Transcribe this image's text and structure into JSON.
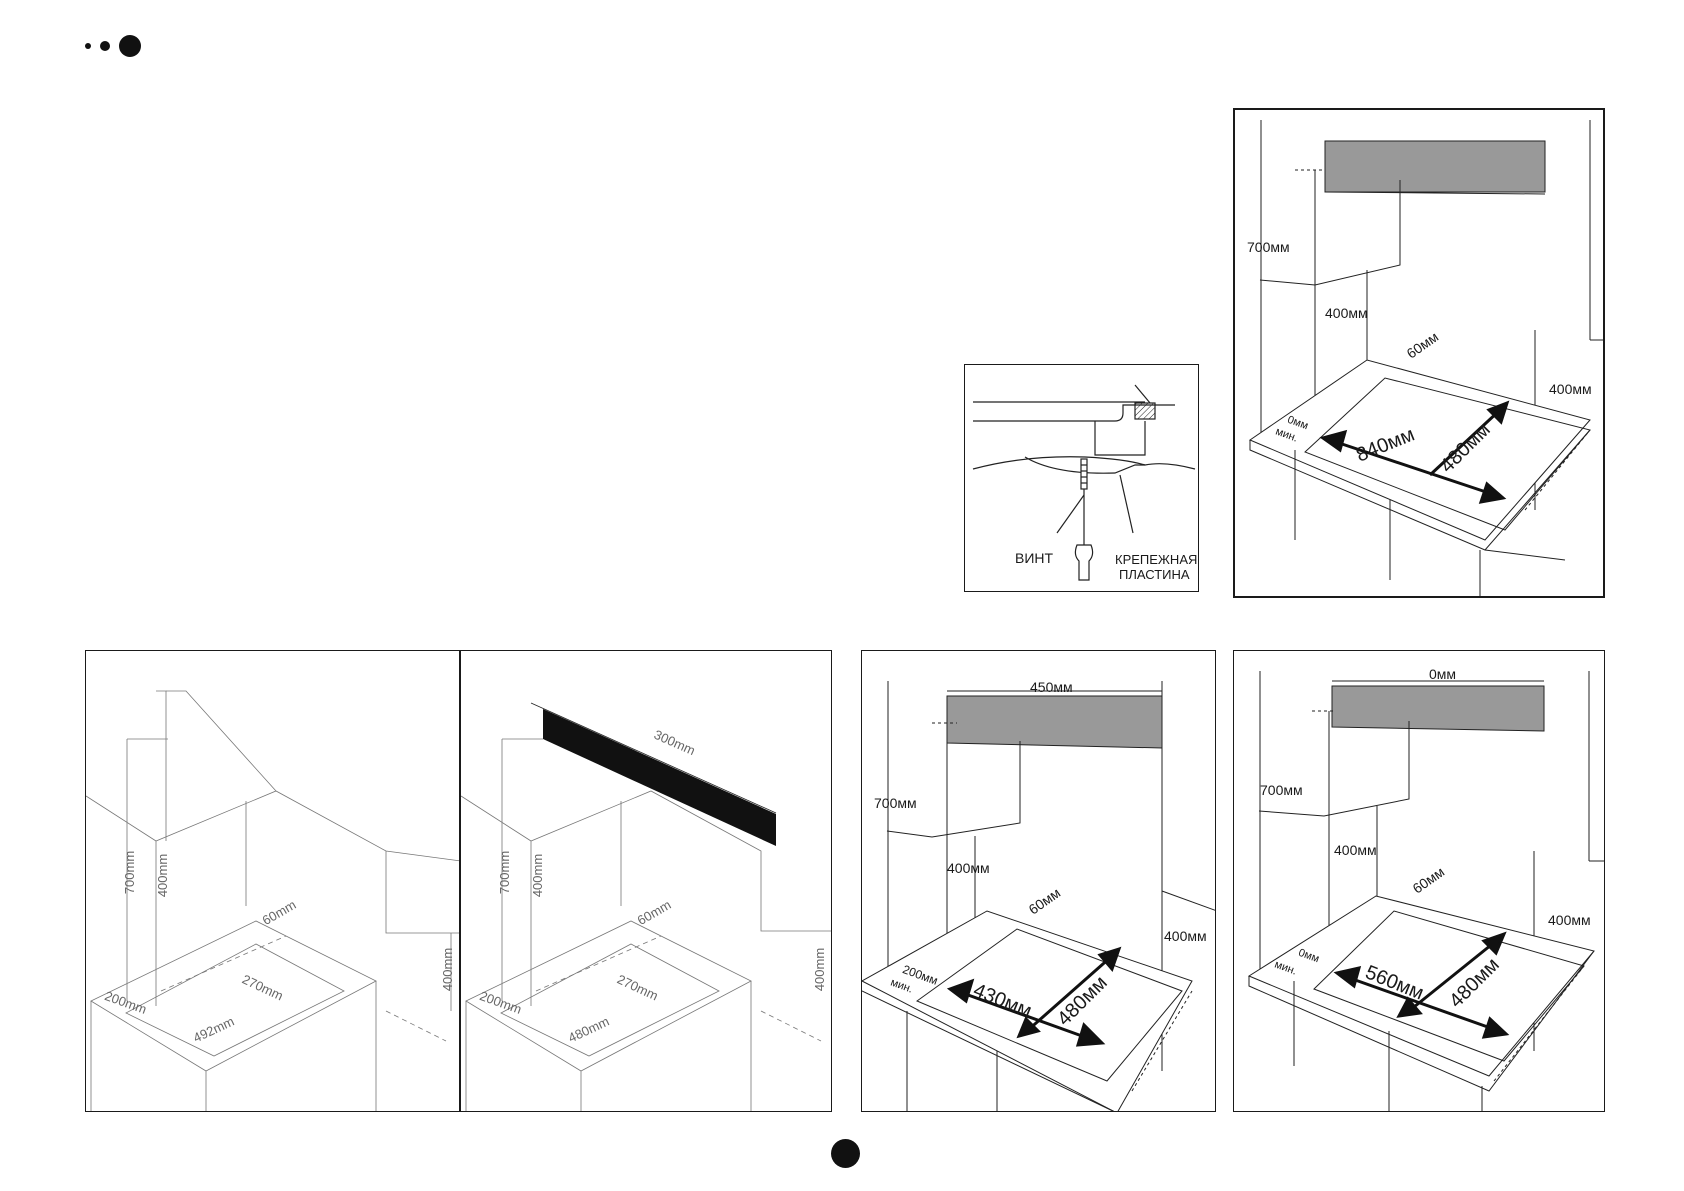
{
  "detail": {
    "screw_label": "ВИНТ",
    "plate_label_1": "КРЕПЕЖНАЯ",
    "plate_label_2": "ПЛАСТИНА"
  },
  "top_right": {
    "d700": "700мм",
    "d400a": "400мм",
    "d400b": "400мм",
    "d60": "60мм",
    "d0": "0мм",
    "min": "мин.",
    "d840": "840мм",
    "d480": "480мм"
  },
  "panel1": {
    "d700": "700mm",
    "d400a": "400mm",
    "d400b": "400mm",
    "d60": "60mm",
    "d200": "200mm",
    "d270": "270mm",
    "d492": "492mm"
  },
  "panel2": {
    "d300": "300mm",
    "d700": "700mm",
    "d400a": "400mm",
    "d400b": "400mm",
    "d60": "60mm",
    "d200": "200mm",
    "d270": "270mm",
    "d480": "480mm"
  },
  "panel3": {
    "d450": "450мм",
    "d700": "700мм",
    "d400a": "400мм",
    "d400b": "400мм",
    "d60": "60мм",
    "d200": "200мм",
    "min": "мин.",
    "d430": "430мм",
    "d480": "480мм"
  },
  "panel4": {
    "d0top": "0мм",
    "d700": "700мм",
    "d400a": "400мм",
    "d400b": "400мм",
    "d60": "60мм",
    "d0": "0мм",
    "min": "мин.",
    "d560": "560мм",
    "d480": "480мм"
  }
}
